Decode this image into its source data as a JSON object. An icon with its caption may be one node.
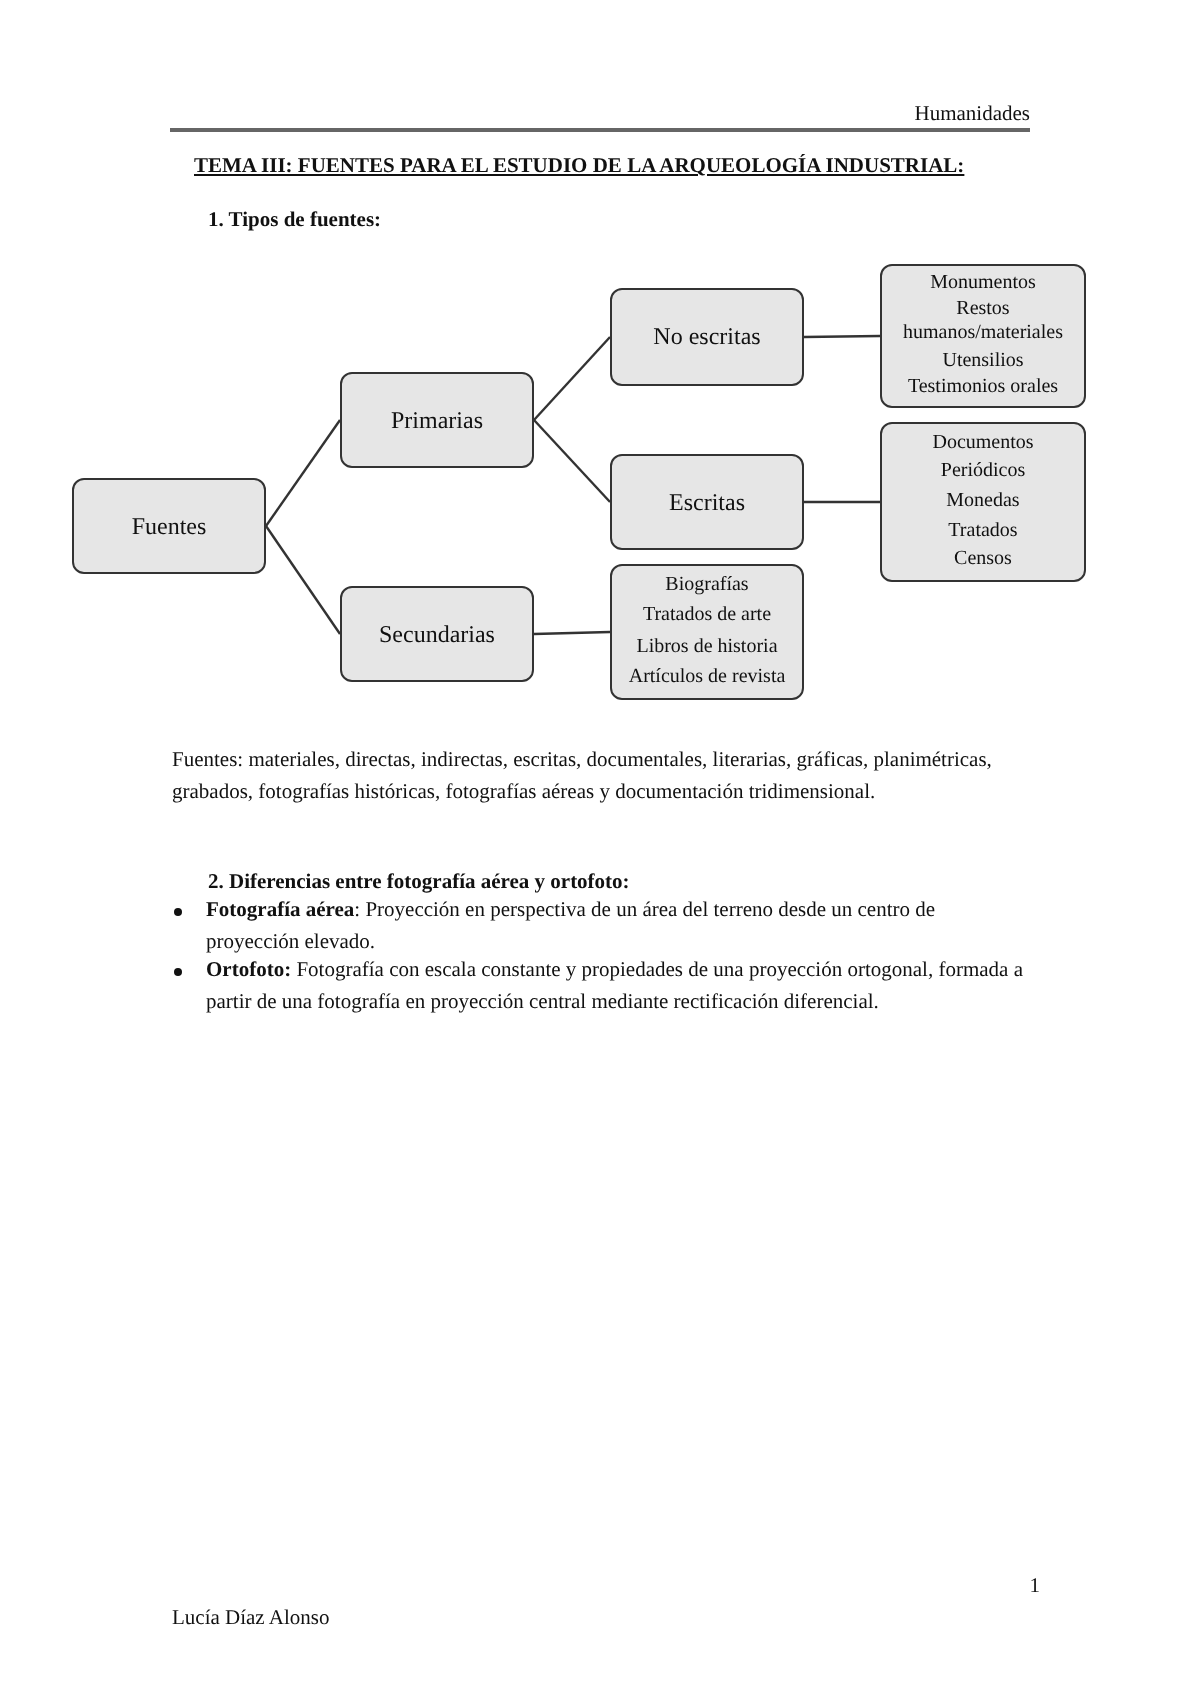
{
  "diagram": {
    "title": "TEMA III: FUENTES PARA EL ESTUDIO DE LA ARQUEOLOGÍA INDUSTRIAL:",
    "nodes": [
      {
        "text": [
          "Fuentes"
        ]
      },
      {
        "text": [
          "Primarias"
        ]
      },
      {
        "text": [
          "Secundarias"
        ]
      },
      {
        "text": [
          "No escritas"
        ]
      },
      {
        "text": [
          "Escritas"
        ]
      },
      {
        "text": [
          "Biografías",
          "Tratados de arte",
          "Libros de historia",
          "Artículos de revista"
        ]
      },
      {
        "text": [
          "Monumentos",
          "Restos humanos/materiales",
          "Utensilios",
          "Testimonios orales"
        ]
      },
      {
        "text": [
          "Documentos",
          "Periódicos",
          "Monedas",
          "Tratados",
          "Censos"
        ]
      }
    ],
    "edges": [
      {
        "from": 0,
        "to": 1,
        "arrow": "none"
      },
      {
        "from": 0,
        "to": 2,
        "arrow": "none"
      },
      {
        "from": 1,
        "to": 3,
        "arrow": "none"
      },
      {
        "from": 1,
        "to": 4,
        "arrow": "none"
      },
      {
        "from": 2,
        "to": 5,
        "arrow": "none"
      },
      {
        "from": 3,
        "to": 6,
        "arrow": "none"
      },
      {
        "from": 4,
        "to": 7,
        "arrow": "none"
      }
    ],
    "labels": [
      "Humanidades",
      "1. Tipos de fuentes:",
      "Fuentes: materiales, directas, indirectas, escritas, documentales, literarias, gráficas, planimétricas, grabados, fotografías históricas, fotografías aéreas y documentación tridimensional.",
      "2. Diferencias entre fotografía aérea y ortofoto:",
      "**Fotografía aérea**: Proyección en perspectiva de un área del terreno desde un centro de proyección elevado.",
      "**Ortofoto:** Fotografía con escala constante y propiedades de una proyección ortogonal, formada a partir de una fotografía en proyección central mediante rectificación diferencial.",
      "1",
      "Lucía Díaz Alonso"
    ]
  }
}
